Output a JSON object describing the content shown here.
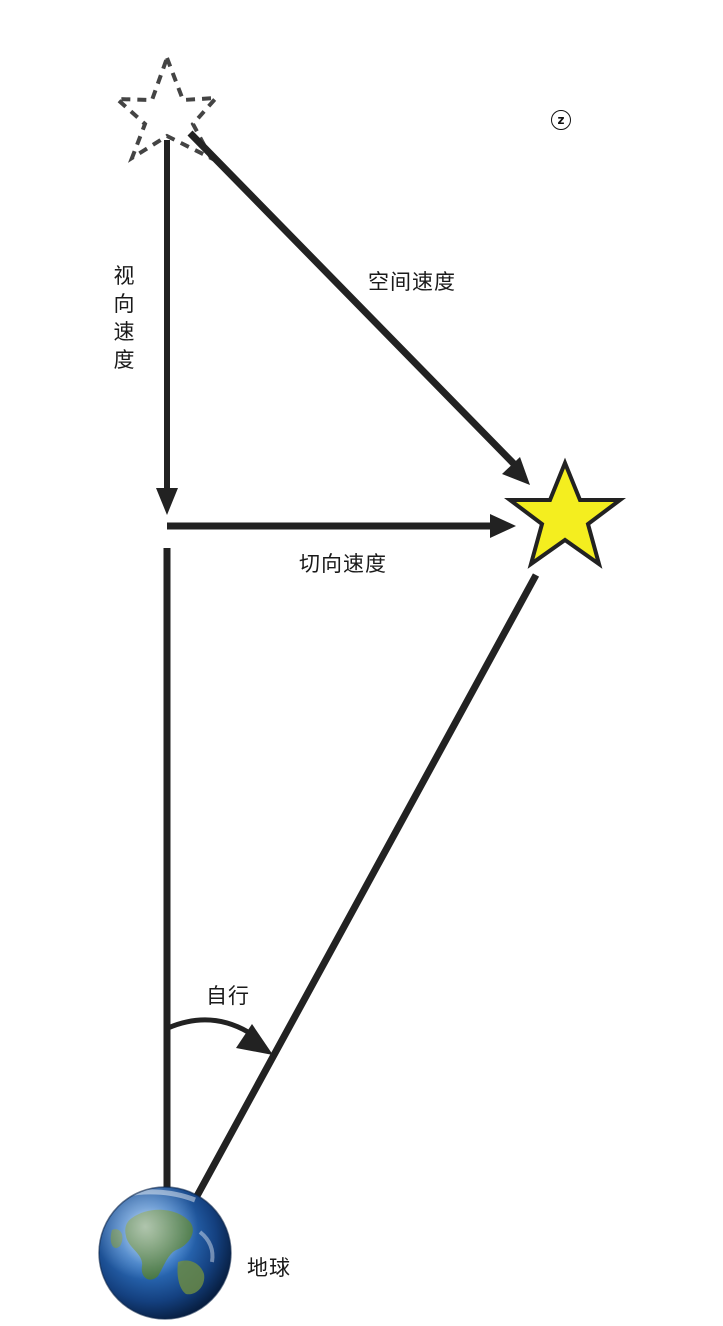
{
  "labels": {
    "space_velocity": "空间速度",
    "radial_velocity": "视向速度",
    "tangential_velocity": "切向速度",
    "proper_motion": "自行",
    "earth": "地球"
  },
  "badge": {
    "letter": "z"
  },
  "colors": {
    "star_fill": "#f4ee1f",
    "star_stroke": "#222222",
    "arrow": "#222222",
    "ghost_star_stroke": "#444444",
    "earth_ocean": "#1f5aa8",
    "earth_land": "#4d7a3a"
  },
  "icons": {
    "ghost_star": "dashed-star-icon",
    "current_star": "star-icon",
    "earth": "earth-globe-icon"
  }
}
